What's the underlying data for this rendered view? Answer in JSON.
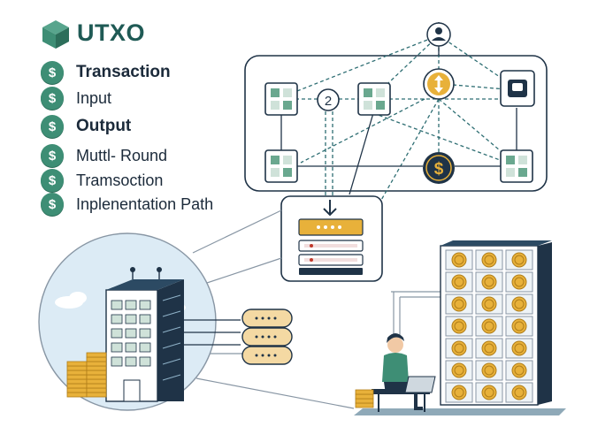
{
  "brand": {
    "title": "UTXO",
    "logo_icon": "cube-icon",
    "accent": "#3e8e75"
  },
  "legend": {
    "coin_symbol": "$",
    "items": [
      {
        "label": "Transaction",
        "bold": true
      },
      {
        "label": "Input",
        "bold": false
      },
      {
        "label": "Output",
        "bold": true
      },
      {
        "label": "Muttl- Round",
        "bold": false
      },
      {
        "label": "Tramsoction",
        "bold": false
      },
      {
        "label": "Inplenentation Path",
        "bold": false
      }
    ]
  },
  "diagram": {
    "node_badge": "2",
    "center_coin": "$",
    "exchange_icon": "up-down-arrow-icon",
    "top_node_icon": "person-node-icon",
    "wallet_icon": "wallet-icon",
    "database_icon": "database-stack-icon",
    "vault_icon": "coin-vault-icon",
    "user_icon": "person-with-laptop-icon",
    "building_icon": "office-building-icon",
    "colors": {
      "dark_navy": "#1f3347",
      "teal": "#3e8e75",
      "gold": "#e8b13a",
      "sky": "#dcebf5"
    }
  }
}
